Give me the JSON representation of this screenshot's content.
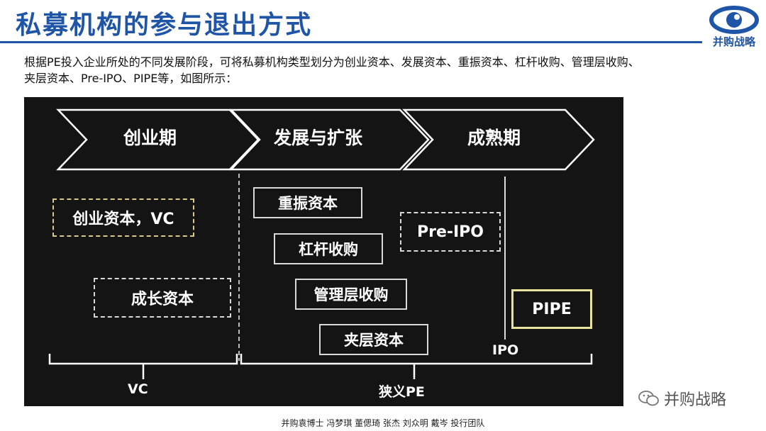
{
  "header": {
    "title": "私募机构的参与退出方式",
    "logo_text": "并购战略",
    "accent_color": "#1f55a6"
  },
  "intro": "根据PE投入企业所处的不同发展阶段，可将私募机构类型划分为创业资本、发展资本、重振资本、杠杆收购、管理层收购、夹层资本、Pre-IPO、PIPE等，如图所示：",
  "diagram": {
    "background": "#141414",
    "phases": [
      "创业期",
      "发展与扩张",
      "成熟期"
    ],
    "venture_boxes": [
      "创业资本，VC",
      "成长资本"
    ],
    "expansion_boxes": [
      "重振资本",
      "杠杆收购",
      "管理层收购",
      "夹层资本"
    ],
    "pre_ipo": "Pre-IPO",
    "pipe": "PIPE",
    "ipo_label": "IPO",
    "bracket_labels": [
      "VC",
      "狭义PE"
    ]
  },
  "watermark": "并购战略",
  "footer": "并购袁博士 冯梦琪 董偲琦 张杰 刘众明 戴岑 投行团队"
}
